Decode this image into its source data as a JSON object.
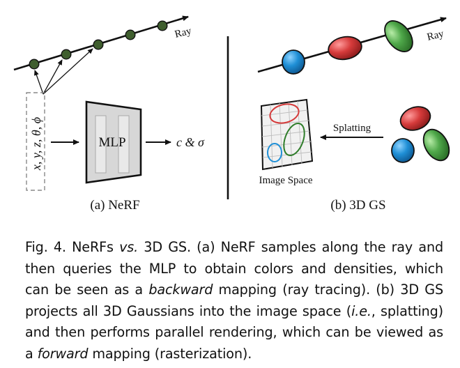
{
  "figure": {
    "nerf": {
      "ray_label": "Ray",
      "input_label": "x, y, z, θ, ϕ",
      "mlp_label": "MLP",
      "output_label": "c & σ",
      "subcaption": "(a) NeRF"
    },
    "gs": {
      "ray_label": "Ray",
      "splatting_label": "Splatting",
      "image_space_label": "Image Space",
      "subcaption": "(b) 3D GS"
    },
    "colors": {
      "sample_point": "#3f5e2e",
      "gaussian_blue": "#1f8fd6",
      "gaussian_red": "#d63b3b",
      "gaussian_green": "#4fa84a",
      "mlp_box": "#d7d7d7"
    }
  },
  "caption": {
    "lines": [
      [
        {
          "t": "Fig. 4.  NeRFs "
        },
        {
          "t": "vs.",
          "i": true
        },
        {
          "t": " 3D GS. (a) NeRF samples along the ray and"
        }
      ],
      [
        {
          "t": "then queries the MLP to obtain colors and densities, which"
        }
      ],
      [
        {
          "t": "can be seen as a "
        },
        {
          "t": "backward",
          "i": true
        },
        {
          "t": " mapping (ray tracing). (b) 3D GS"
        }
      ],
      [
        {
          "t": "projects all 3D Gaussians into the image space ("
        },
        {
          "t": "i.e.",
          "i": true
        },
        {
          "t": ", splatting)"
        }
      ],
      [
        {
          "t": "and then performs parallel rendering, which can be viewed as"
        }
      ],
      [
        {
          "t": "a "
        },
        {
          "t": "forward",
          "i": true
        },
        {
          "t": " mapping (rasterization)."
        }
      ]
    ]
  }
}
